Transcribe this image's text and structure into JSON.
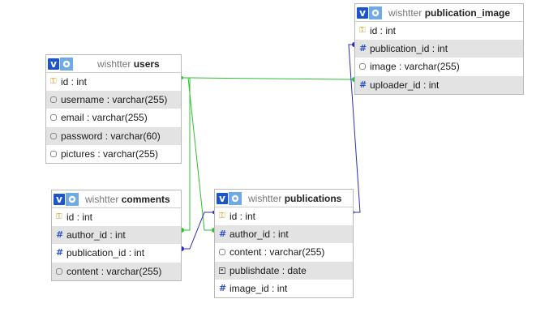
{
  "tables": [
    {
      "id": "users",
      "db": "wishtter",
      "name": "users",
      "columns": [
        {
          "label": "id : int",
          "icon": "key-icon"
        },
        {
          "label": "username : varchar(255)",
          "icon": "string-icon"
        },
        {
          "label": "email : varchar(255)",
          "icon": "string-icon"
        },
        {
          "label": "password : varchar(60)",
          "icon": "string-icon"
        },
        {
          "label": "pictures : varchar(255)",
          "icon": "string-icon"
        }
      ]
    },
    {
      "id": "publication_image",
      "db": "wishtter",
      "name": "publication_image",
      "columns": [
        {
          "label": "id : int",
          "icon": "key-icon"
        },
        {
          "label": "publication_id : int",
          "icon": "number-icon"
        },
        {
          "label": "image : varchar(255)",
          "icon": "string-icon"
        },
        {
          "label": "uploader_id : int",
          "icon": "number-icon"
        }
      ]
    },
    {
      "id": "comments",
      "db": "wishtter",
      "name": "comments",
      "columns": [
        {
          "label": "id : int",
          "icon": "key-icon"
        },
        {
          "label": "author_id : int",
          "icon": "number-icon"
        },
        {
          "label": "publication_id : int",
          "icon": "number-icon"
        },
        {
          "label": "content : varchar(255)",
          "icon": "string-icon"
        }
      ]
    },
    {
      "id": "publications",
      "db": "wishtter",
      "name": "publications",
      "columns": [
        {
          "label": "id : int",
          "icon": "key-icon"
        },
        {
          "label": "author_id : int",
          "icon": "number-icon"
        },
        {
          "label": "content : varchar(255)",
          "icon": "string-icon"
        },
        {
          "label": "publishdate : date",
          "icon": "date-icon"
        },
        {
          "label": "image_id : int",
          "icon": "number-icon"
        }
      ]
    }
  ],
  "colors": {
    "link_users": "#2fbf2f",
    "link_publications": "#2d2db4",
    "header_icon": "#1c55c9",
    "alt_row": "#e3e3e3"
  }
}
